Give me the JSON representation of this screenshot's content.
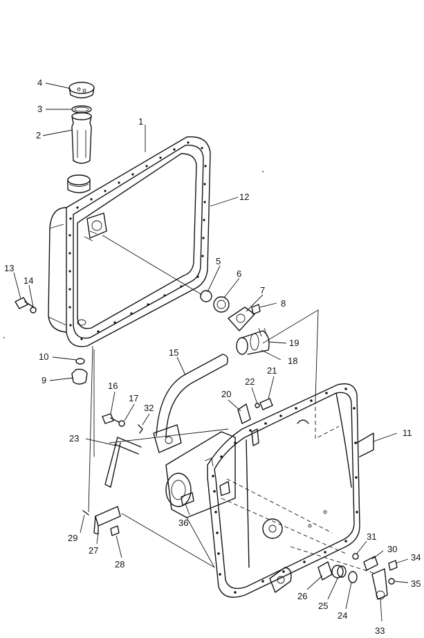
{
  "callouts": [
    {
      "number": "1"
    },
    {
      "number": "2"
    },
    {
      "number": "3"
    },
    {
      "number": "4"
    },
    {
      "number": "5"
    },
    {
      "number": "6"
    },
    {
      "number": "7"
    },
    {
      "number": "8"
    },
    {
      "number": "9"
    },
    {
      "number": "10"
    },
    {
      "number": "11"
    },
    {
      "number": "12"
    },
    {
      "number": "13"
    },
    {
      "number": "14"
    },
    {
      "number": "15"
    },
    {
      "number": "16"
    },
    {
      "number": "17"
    },
    {
      "number": "18"
    },
    {
      "number": "19"
    },
    {
      "number": "20"
    },
    {
      "number": "21"
    },
    {
      "number": "22"
    },
    {
      "number": "23"
    },
    {
      "number": "24"
    },
    {
      "number": "25"
    },
    {
      "number": "26"
    },
    {
      "number": "27"
    },
    {
      "number": "28"
    },
    {
      "number": "29"
    },
    {
      "number": "30"
    },
    {
      "number": "31"
    },
    {
      "number": "32"
    },
    {
      "number": "33"
    },
    {
      "number": "34"
    },
    {
      "number": "35"
    },
    {
      "number": "36"
    }
  ]
}
